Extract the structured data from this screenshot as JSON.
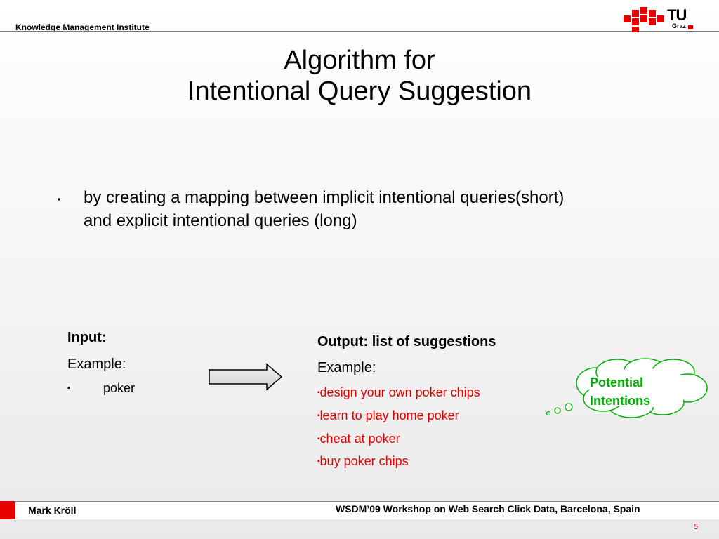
{
  "header": {
    "institute": "Knowledge Management Institute",
    "logo_tu": "TU",
    "logo_graz": "Graz"
  },
  "title": {
    "line1": "Algorithm for",
    "line2": "Intentional Query Suggestion"
  },
  "bullet": {
    "marker": "▪",
    "text": "by creating a mapping between implicit intentional queries(short) and explicit intentional queries (long)"
  },
  "input": {
    "heading": "Input:",
    "example_label": "Example:",
    "item_marker": "▪",
    "item": "poker"
  },
  "output": {
    "heading": "Output: list of suggestions",
    "example_label": "Example:",
    "item_marker": "▪",
    "items": [
      "design your own poker chips",
      "learn to play home poker",
      "cheat at poker",
      "buy poker chips"
    ]
  },
  "cloud": {
    "line1": "Potential",
    "line2": "Intentions"
  },
  "footer": {
    "author": "Mark Kröll",
    "event": "WSDM’09 Workshop on Web Search Click Data, Barcelona, Spain",
    "slide_number": "5"
  },
  "colors": {
    "accent_red": "#e60000",
    "cloud_green": "#00b000"
  }
}
